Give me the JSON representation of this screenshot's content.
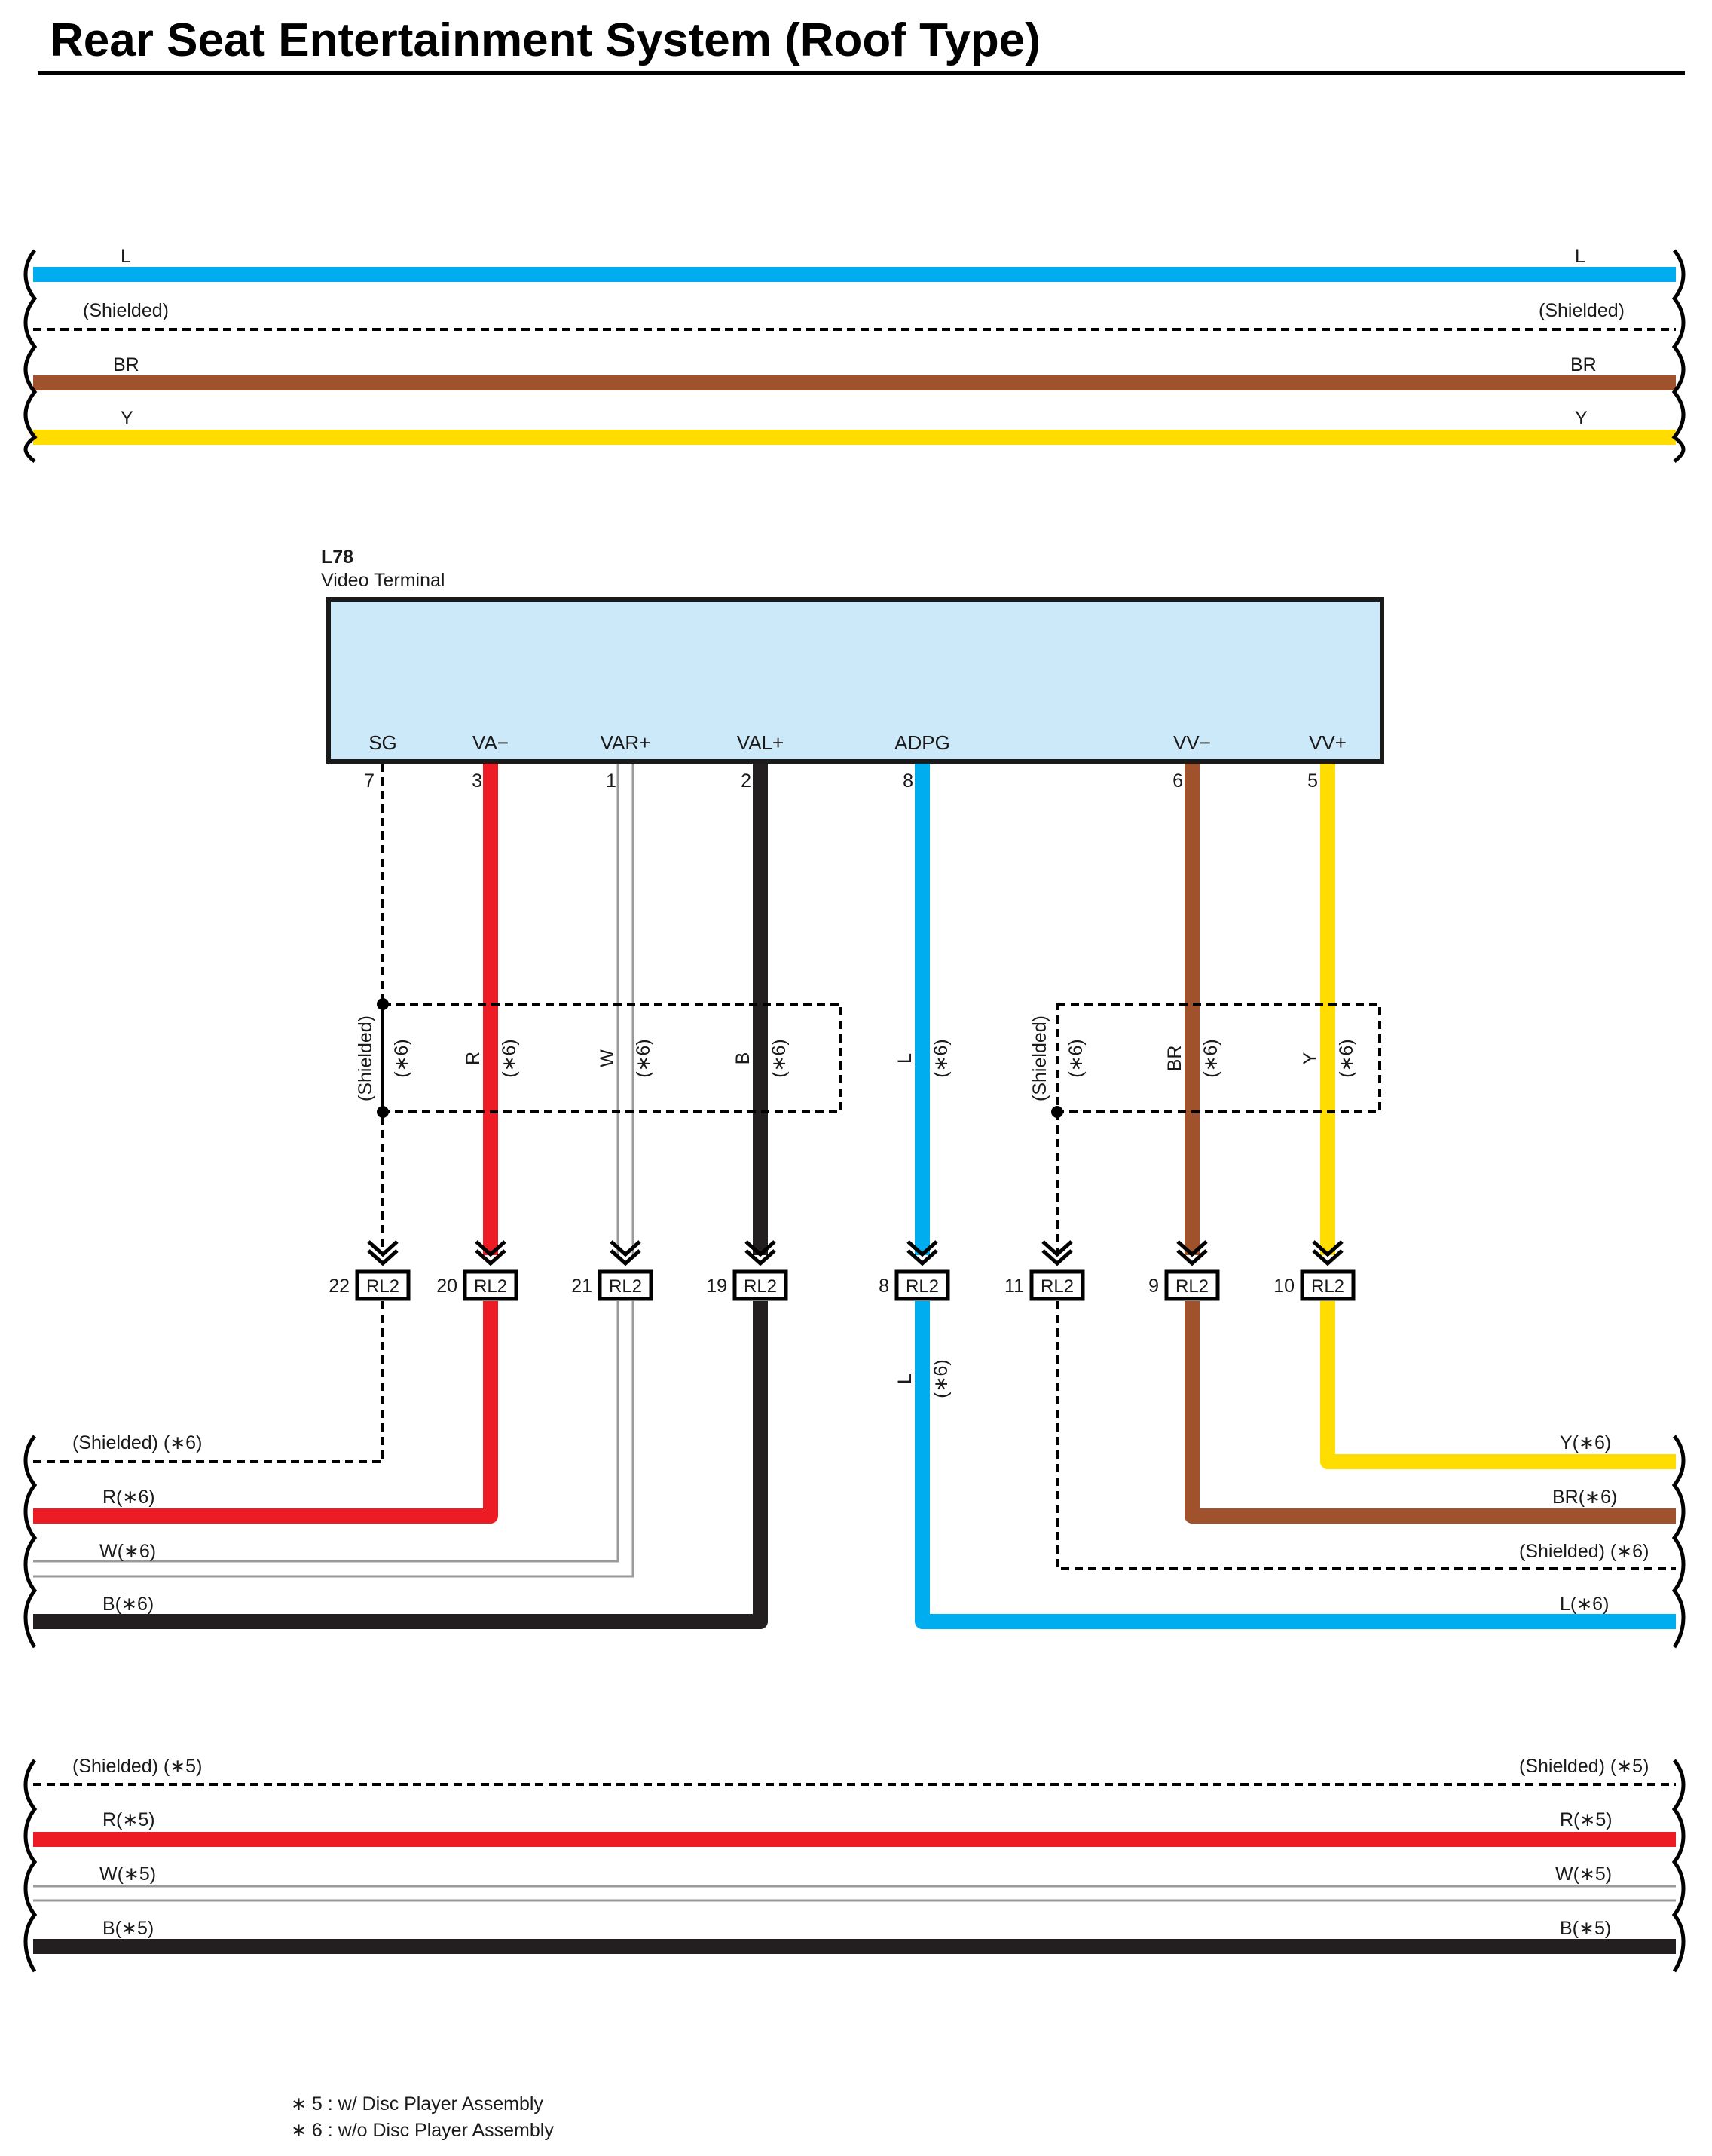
{
  "title": "Rear Seat Entertainment System (Roof Type)",
  "colors": {
    "L": "#00aeef",
    "BR": "#a0522d",
    "Y": "#ffdd00",
    "R": "#ed1c24",
    "B": "#231f20",
    "W": "#9a9a9a",
    "connector_fill": "#cce9f9"
  },
  "connector": {
    "id": "L78",
    "name": "Video Terminal",
    "terminals": [
      {
        "name": "SG",
        "pin": "7"
      },
      {
        "name": "VA−",
        "pin": "3"
      },
      {
        "name": "VAR+",
        "pin": "1"
      },
      {
        "name": "VAL+",
        "pin": "2"
      },
      {
        "name": "ADPG",
        "pin": "8"
      },
      {
        "name": "VV−",
        "pin": "6"
      },
      {
        "name": "VV+",
        "pin": "5"
      }
    ]
  },
  "top_wires": [
    {
      "left": "L",
      "right": "L",
      "color": "L"
    },
    {
      "left": "(Shielded)",
      "right": "(Shielded)",
      "color": "shielded"
    },
    {
      "left": "BR",
      "right": "BR",
      "color": "BR"
    },
    {
      "left": "Y",
      "right": "Y",
      "color": "Y"
    }
  ],
  "shield_labels": [
    "(Shielded)",
    "(∗6)",
    "R",
    "(∗6)",
    "W",
    "(∗6)",
    "B",
    "(∗6)",
    "L",
    "(∗6)",
    "(Shielded)",
    "(∗6)",
    "BR",
    "(∗6)",
    "Y",
    "(∗6)"
  ],
  "relay_connectors": [
    {
      "pin": "22",
      "id": "RL2"
    },
    {
      "pin": "20",
      "id": "RL2"
    },
    {
      "pin": "21",
      "id": "RL2"
    },
    {
      "pin": "19",
      "id": "RL2"
    },
    {
      "pin": "8",
      "id": "RL2"
    },
    {
      "pin": "11",
      "id": "RL2"
    },
    {
      "pin": "9",
      "id": "RL2"
    },
    {
      "pin": "10",
      "id": "RL2"
    }
  ],
  "lower_l_label": [
    "L",
    "(∗6)"
  ],
  "middle_wires_left": [
    "(Shielded) (∗6)",
    "R(∗6)",
    "W(∗6)",
    "B(∗6)"
  ],
  "middle_wires_right": [
    "Y(∗6)",
    "BR(∗6)",
    "(Shielded) (∗6)",
    "L(∗6)"
  ],
  "bottom_wires": [
    {
      "left": "(Shielded) (∗5)",
      "right": "(Shielded) (∗5)"
    },
    {
      "left": "R(∗5)",
      "right": "R(∗5)"
    },
    {
      "left": "W(∗5)",
      "right": "W(∗5)"
    },
    {
      "left": "B(∗5)",
      "right": "B(∗5)"
    }
  ],
  "notes": [
    "∗ 5 : w/ Disc Player Assembly",
    "∗ 6 : w/o Disc Player Assembly"
  ]
}
